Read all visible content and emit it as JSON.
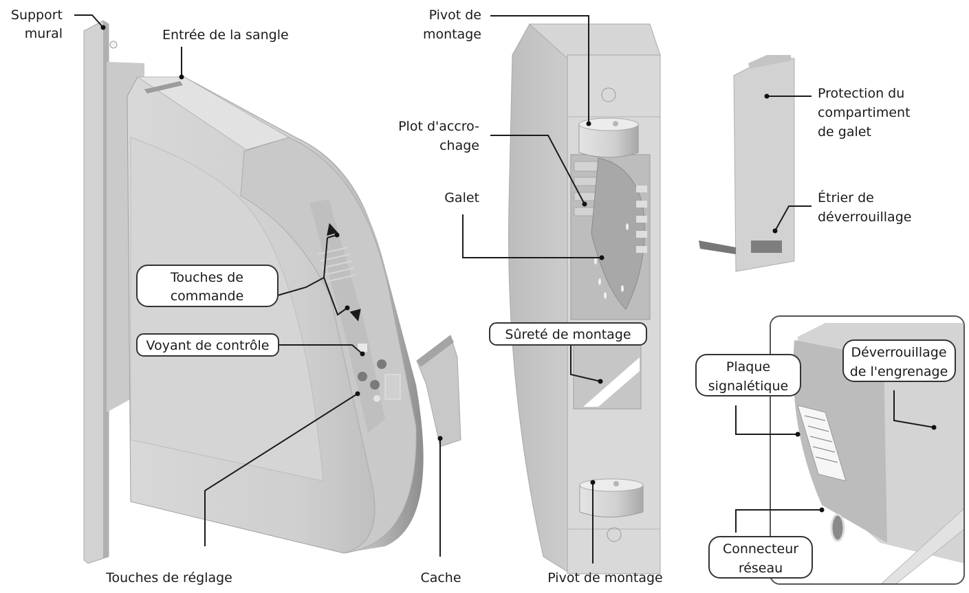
{
  "diagram": {
    "title": "",
    "colors": {
      "background": "#ffffff",
      "housing_light": "#dcdcdc",
      "housing_mid": "#c4c4c4",
      "housing_dark": "#9a9a9a",
      "line": "#1a1a1a"
    },
    "views": [
      {
        "id": "front-3q",
        "description": "Boîtier avec support mural et touches"
      },
      {
        "id": "side",
        "description": "Vue latérale ouverte avec galet"
      },
      {
        "id": "cover",
        "description": "Protection du compartiment de galet"
      },
      {
        "id": "detail",
        "description": "Détail arrière (plaque, connecteur)"
      }
    ],
    "labels": {
      "support_mural": {
        "line1": "Support",
        "line2": "mural"
      },
      "entree_sangle": "Entrée de la sangle",
      "touches_commande": {
        "line1": "Touches de",
        "line2": "commande"
      },
      "voyant_controle": "Voyant de contrôle",
      "touches_reglage": "Touches de réglage",
      "cache": "Cache",
      "pivot_haut": {
        "line1": "Pivot de",
        "line2": "montage"
      },
      "plot_accrochage": {
        "line1": "Plot d'accro-",
        "line2": "chage"
      },
      "galet": "Galet",
      "surete_montage": "Sûreté de montage",
      "pivot_bas": "Pivot de montage",
      "protection_compartiment": {
        "line1": "Protection du",
        "line2": "compartiment",
        "line3": "de galet"
      },
      "etrier_deverrouillage": {
        "line1": "Étrier de",
        "line2": "déverrouillage"
      },
      "plaque_signaletique": {
        "line1": "Plaque",
        "line2": "signalétique"
      },
      "deverrouillage_engrenage": {
        "line1": "Déverrouillage",
        "line2": "de l'engrenage"
      },
      "connecteur_reseau": {
        "line1": "Connecteur",
        "line2": "réseau"
      }
    },
    "button_glyphs": {
      "up": "▲",
      "down": "▼"
    }
  }
}
